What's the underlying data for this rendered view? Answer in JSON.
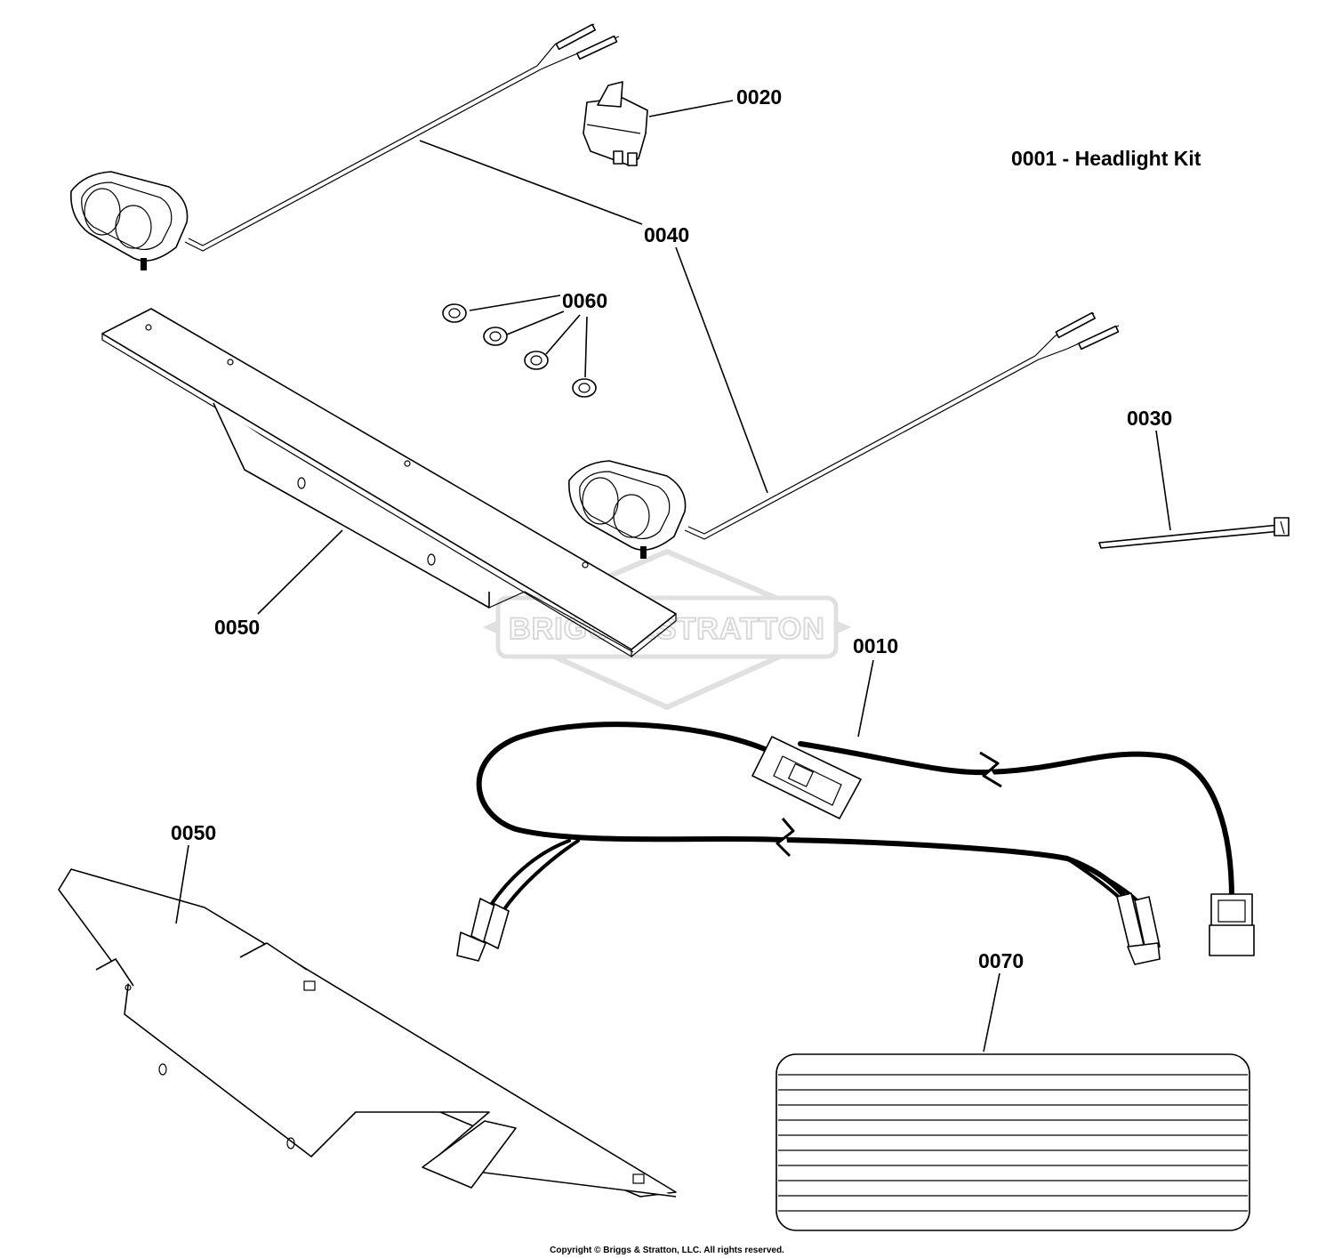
{
  "kit_title": "0001 - Headlight Kit",
  "watermark": "BRIGGS&STRATTON",
  "copyright": "Copyright © Briggs & Stratton, LLC. All rights reserved.",
  "callouts": {
    "c0010": "0010",
    "c0020": "0020",
    "c0030": "0030",
    "c0040": "0040",
    "c0050_top": "0050",
    "c0050_bottom": "0050",
    "c0060": "0060",
    "c0070": "0070"
  }
}
